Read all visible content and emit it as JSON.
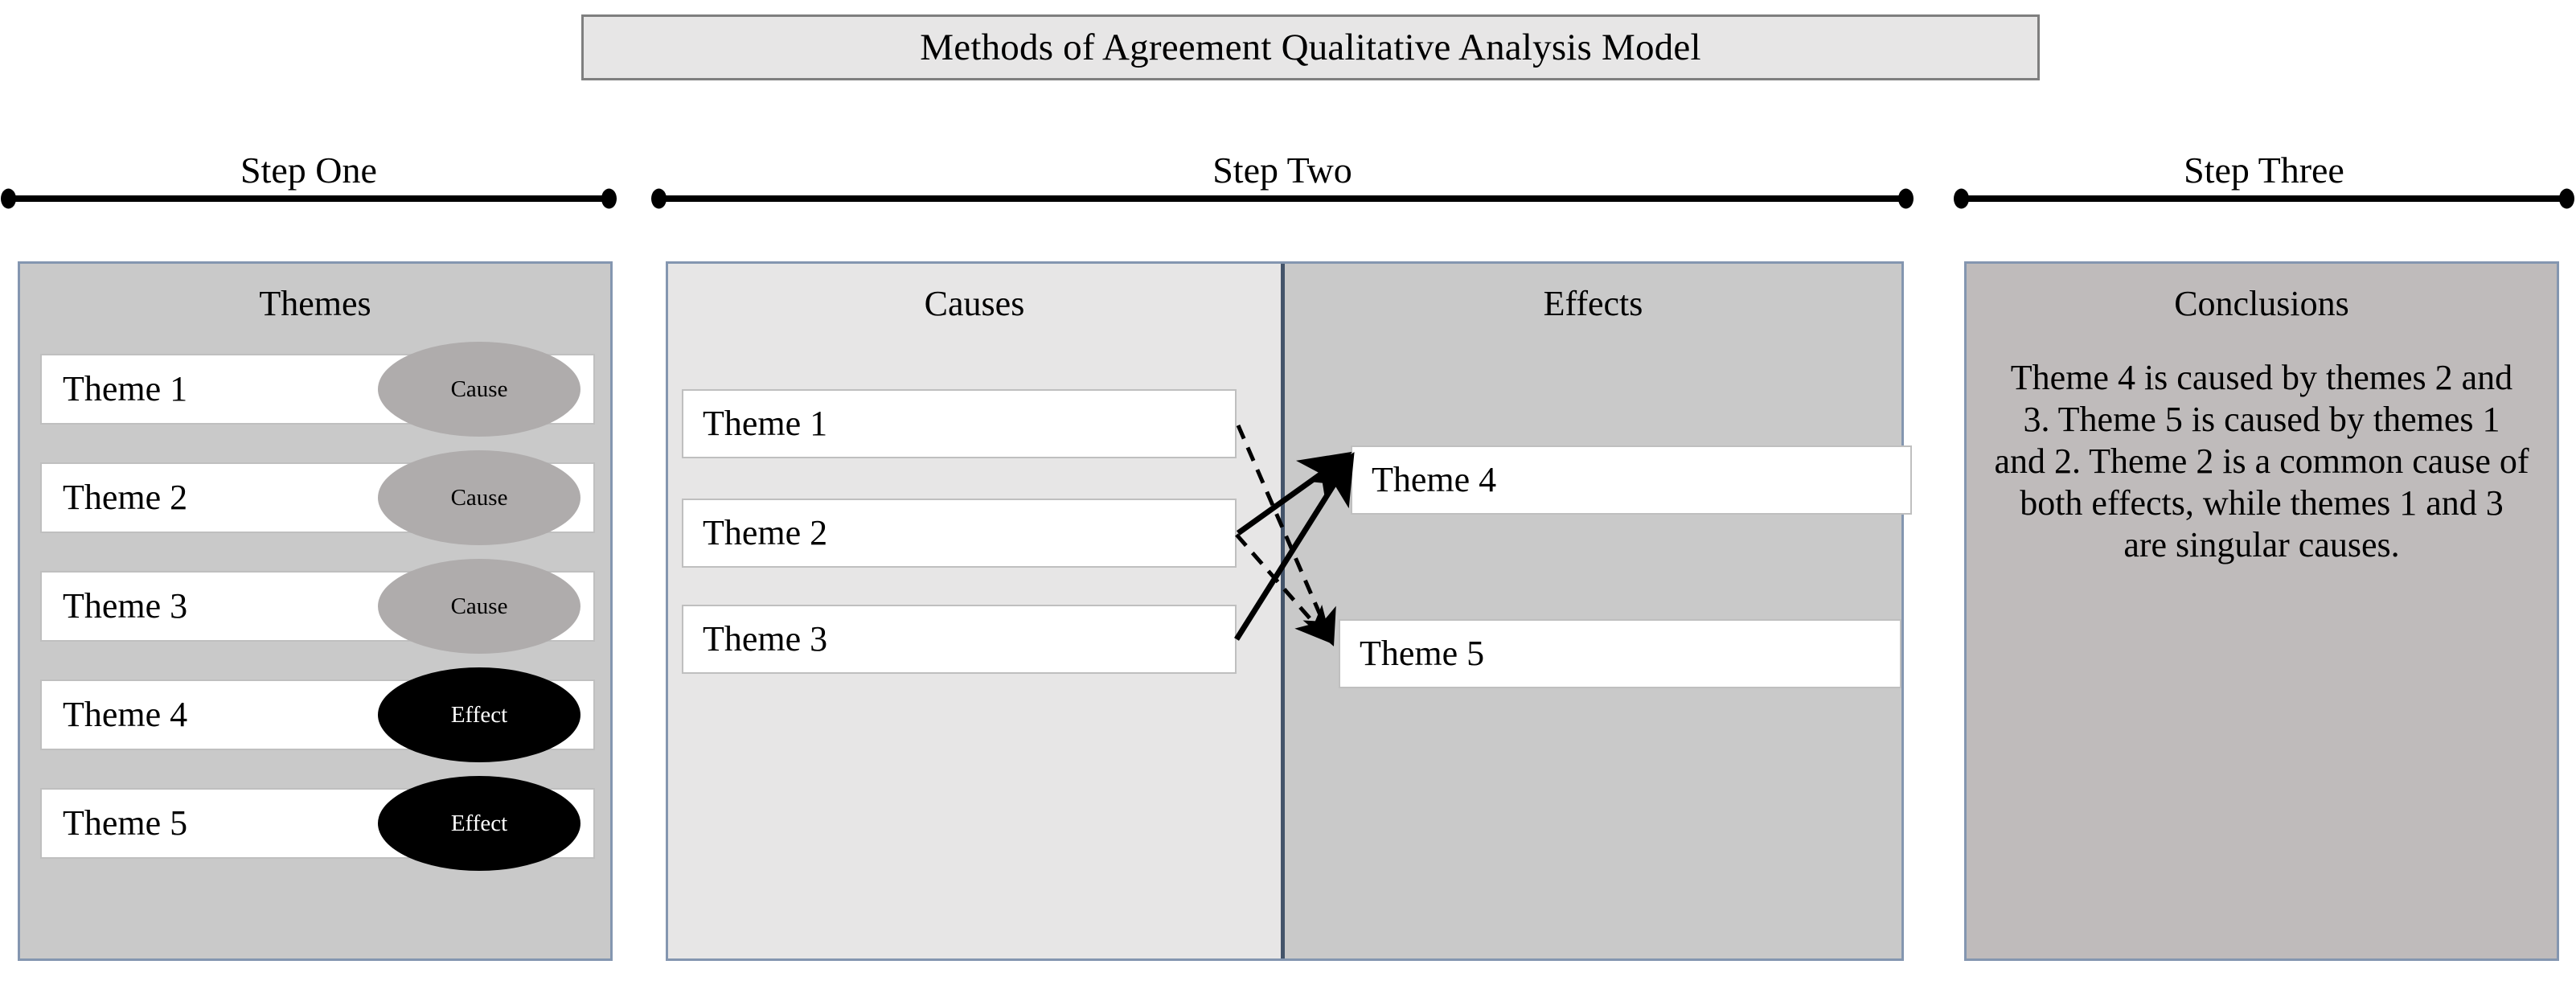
{
  "title": {
    "text": "Methods of Agreement Qualitative Analysis Model"
  },
  "steps": [
    {
      "label": "Step One"
    },
    {
      "label": "Step Two"
    },
    {
      "label": "Step Three"
    }
  ],
  "panels": {
    "themes": {
      "heading": "Themes",
      "rows": [
        {
          "name": "Theme 1",
          "badge": "Cause",
          "badge_kind": "cause"
        },
        {
          "name": "Theme 2",
          "badge": "Cause",
          "badge_kind": "cause"
        },
        {
          "name": "Theme 3",
          "badge": "Cause",
          "badge_kind": "cause"
        },
        {
          "name": "Theme 4",
          "badge": "Effect",
          "badge_kind": "effect"
        },
        {
          "name": "Theme 5",
          "badge": "Effect",
          "badge_kind": "effect"
        }
      ]
    },
    "causes": {
      "heading": "Causes",
      "items": [
        {
          "name": "Theme 1"
        },
        {
          "name": "Theme 2"
        },
        {
          "name": "Theme 3"
        }
      ]
    },
    "effects": {
      "heading": "Effects",
      "items": [
        {
          "name": "Theme 4"
        },
        {
          "name": "Theme 5"
        }
      ]
    },
    "conclusions": {
      "heading": "Conclusions",
      "body": "Theme 4 is caused by themes 2 and 3. Theme 5 is caused by themes 1 and 2. Theme 2 is a common cause of both effects, while themes 1 and 3 are singular causes."
    }
  },
  "connections": [
    {
      "from": "Theme 2",
      "to": "Theme 4",
      "style": "solid"
    },
    {
      "from": "Theme 3",
      "to": "Theme 4",
      "style": "solid"
    },
    {
      "from": "Theme 1",
      "to": "Theme 5",
      "style": "dashed"
    },
    {
      "from": "Theme 2",
      "to": "Theme 5",
      "style": "dashed"
    }
  ],
  "colors": {
    "title_fill": "#E7E6E6",
    "title_border": "#7F7F7F",
    "panel_border": "#8496B0",
    "themes_fill": "#C9C9C9",
    "causes_fill": "#E7E6E6",
    "effects_fill": "#C9C9C9",
    "conclusions_fill": "#BFBBBB",
    "divider": "#44546A",
    "cause_badge": "#AFACAC",
    "effect_badge": "#000000"
  }
}
